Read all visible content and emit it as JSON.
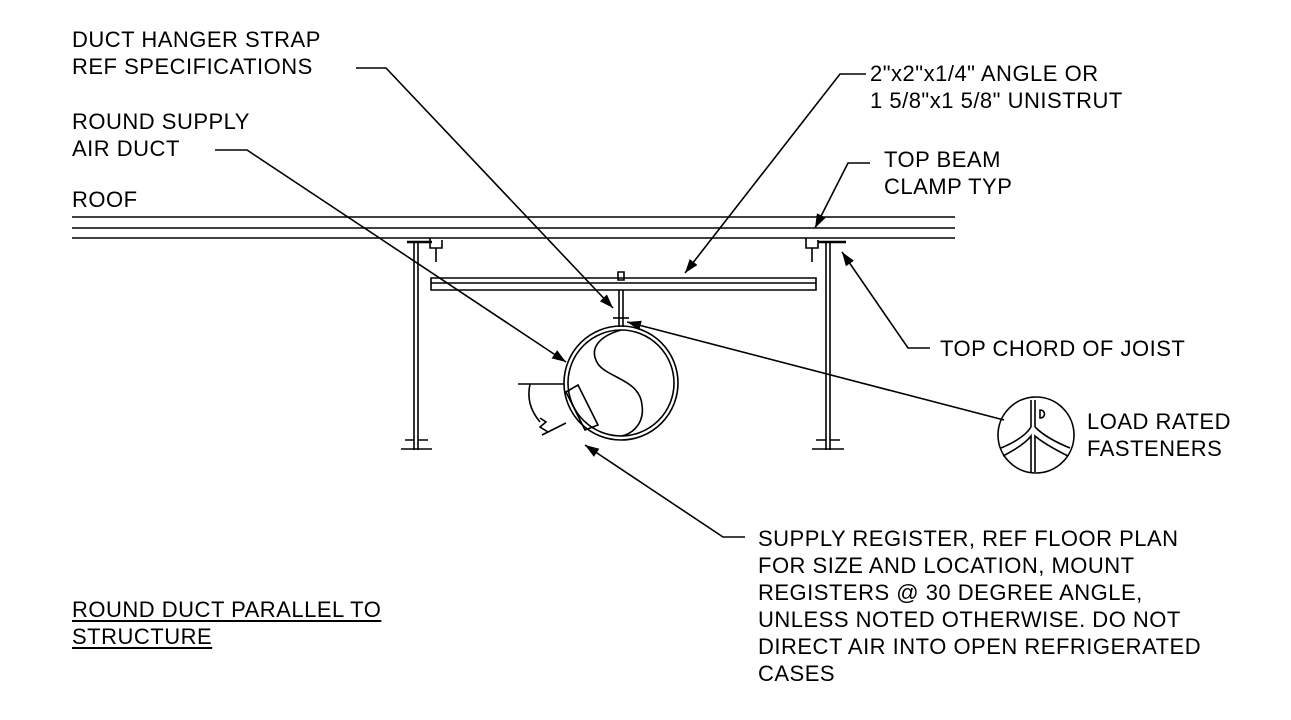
{
  "labels": {
    "duct_hanger_strap": [
      "DUCT HANGER STRAP",
      "REF SPECIFICATIONS"
    ],
    "round_supply_air_duct": [
      "ROUND SUPPLY",
      "AIR DUCT"
    ],
    "roof": "ROOF",
    "angle_or_unistrut": [
      "2\"x2\"x1/4\" ANGLE OR",
      "1 5/8\"x1 5/8\" UNISTRUT"
    ],
    "top_beam_clamp": [
      "TOP BEAM",
      "CLAMP TYP"
    ],
    "top_chord_of_joist": "TOP CHORD OF JOIST",
    "load_rated_fasteners": [
      "LOAD RATED",
      "FASTENERS"
    ],
    "supply_register": [
      "SUPPLY REGISTER, REF FLOOR PLAN",
      "FOR SIZE AND LOCATION, MOUNT",
      "REGISTERS @ 30 DEGREE ANGLE,",
      "UNLESS NOTED OTHERWISE. DO NOT",
      "DIRECT AIR INTO OPEN REFRIGERATED",
      "CASES"
    ],
    "detail_title": [
      "ROUND DUCT PARALLEL TO",
      "STRUCTURE"
    ]
  },
  "colors": {
    "linework": "#000000",
    "background": "#ffffff"
  }
}
